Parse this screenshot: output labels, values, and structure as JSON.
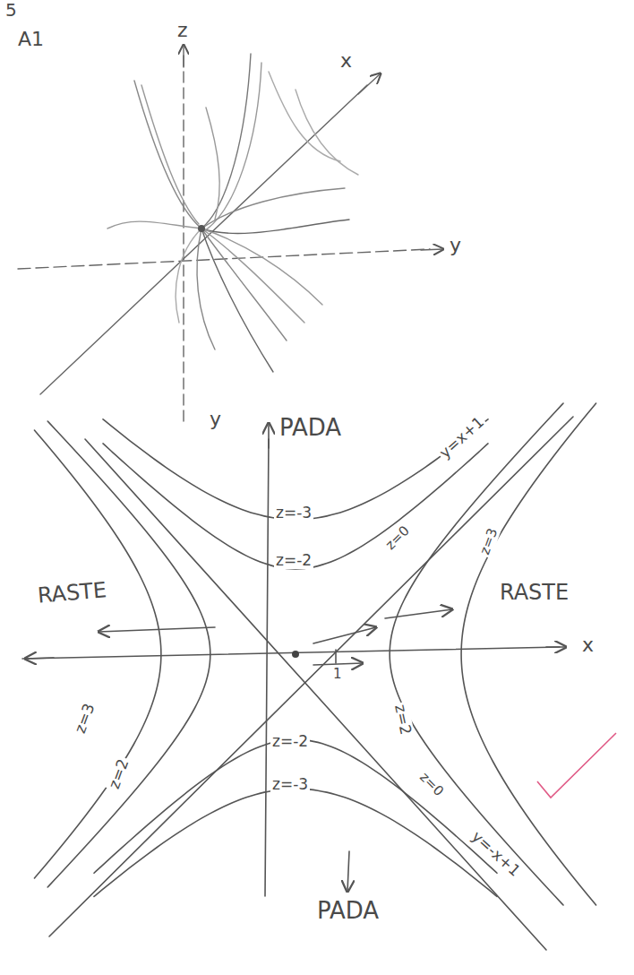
{
  "diagram": {
    "labels": [
      "5",
      "A1",
      "z",
      "x",
      "y",
      "y",
      "PADA",
      "z=-3",
      "z=-2",
      "z=0",
      "y=x+1",
      "z=3",
      "RASTE",
      "RASTE",
      "x",
      "1",
      "z=2",
      "z=-2",
      "z=-3",
      "z=0",
      "y=-x+1",
      "PADA",
      "z=3",
      "z=2"
    ]
  }
}
